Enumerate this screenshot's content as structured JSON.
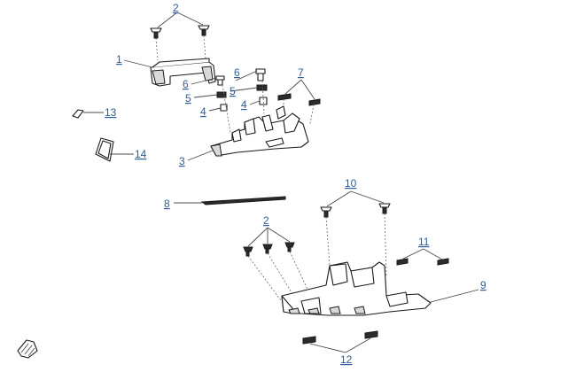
{
  "callouts": {
    "c1": "1",
    "c2a": "2",
    "c2b": "2",
    "c3": "3",
    "c4a": "4",
    "c4b": "4",
    "c5a": "5",
    "c5b": "5",
    "c6a": "6",
    "c6b": "6",
    "c7": "7",
    "c8": "8",
    "c9": "9",
    "c10": "10",
    "c11": "11",
    "c12": "12",
    "c13": "13",
    "c14": "14"
  },
  "colors": {
    "callout_text": "#2d5d9f",
    "line_art": "#1a1a1a",
    "background": "#ffffff"
  }
}
